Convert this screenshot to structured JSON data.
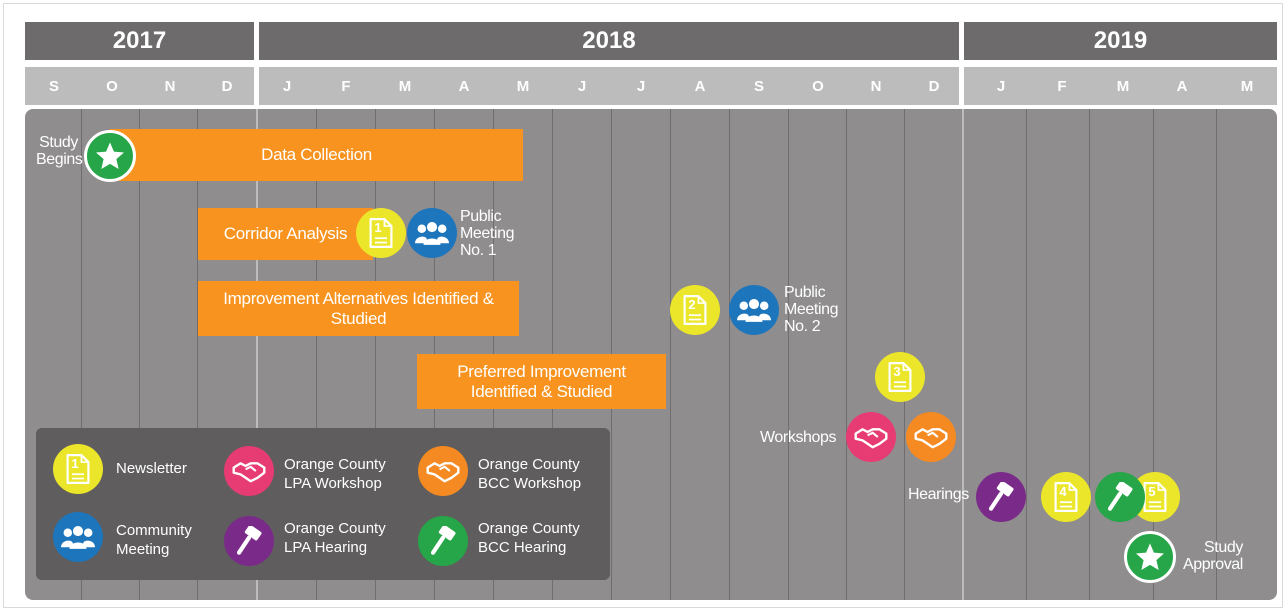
{
  "years": [
    "2017",
    "2018",
    "2019"
  ],
  "months": [
    "S",
    "O",
    "N",
    "D",
    "J",
    "F",
    "M",
    "A",
    "M",
    "J",
    "J",
    "A",
    "S",
    "O",
    "N",
    "D",
    "J",
    "F",
    "M",
    "A",
    "M"
  ],
  "bars": {
    "data_collection": "Data Collection",
    "corridor_analysis": "Corridor Analysis",
    "improvement_alternatives": "Improvement Alternatives Identified & Studied",
    "preferred_line1": "Preferred Improvement",
    "preferred_line2": "Identified & Studied"
  },
  "labels": {
    "study_begins_1": "Study",
    "study_begins_2": "Begins",
    "pm1_1": "Public",
    "pm1_2": "Meeting",
    "pm1_3": "No. 1",
    "pm2_1": "Public",
    "pm2_2": "Meeting",
    "pm2_3": "No. 2",
    "workshops": "Workshops",
    "hearings": "Hearings",
    "study_approval_1": "Study",
    "study_approval_2": "Approval"
  },
  "newsletter_numbers": [
    "1",
    "2",
    "3",
    "4",
    "5"
  ],
  "legend": {
    "newsletter": "Newsletter",
    "community_1": "Community",
    "community_2": "Meeting",
    "lpa_workshop_1": "Orange County",
    "lpa_workshop_2": "LPA Workshop",
    "lpa_hearing_1": "Orange County",
    "lpa_hearing_2": "LPA Hearing",
    "bcc_workshop_1": "Orange County",
    "bcc_workshop_2": "BCC Workshop",
    "bcc_hearing_1": "Orange County",
    "bcc_hearing_2": "BCC Hearing"
  },
  "colors": {
    "bar_orange": "#f7931e",
    "newsletter_yellow": "#ebe62a",
    "community_blue": "#1d75bb",
    "lpa_workshop_pink": "#e73b74",
    "bcc_workshop_orange": "#f48a21",
    "lpa_hearing_purple": "#7a2b8a",
    "bcc_hearing_green": "#26a648",
    "panel_gray": "#8f8d8e",
    "year_bar": "#6d6b6c"
  },
  "icons": {
    "newsletter": "document-icon",
    "community": "people-icon",
    "workshop": "handshake-icon",
    "hearing": "gavel-icon",
    "milestone": "star-icon"
  }
}
